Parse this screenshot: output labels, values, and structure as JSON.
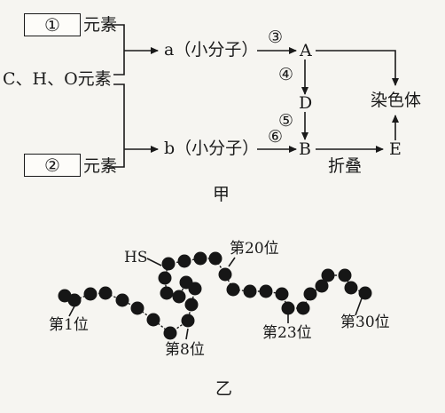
{
  "diagram_jia": {
    "caption": "甲",
    "box_1_symbol": "①",
    "box_2_symbol": "②",
    "element_suffix": "元素",
    "chon_label": "C、H、O元素",
    "node_a": "a（小分子）",
    "node_b": "b（小分子）",
    "node_A": "A",
    "node_B": "B",
    "node_D": "D",
    "node_E": "E",
    "chromosome": "染色体",
    "step_3": "③",
    "step_4": "④",
    "step_5": "⑤",
    "step_6": "⑥",
    "fold_label": "折叠"
  },
  "diagram_yi": {
    "caption": "乙",
    "hs_label": "HS",
    "pos_1": "第1位",
    "pos_8": "第8位",
    "pos_20": "第20位",
    "pos_23": "第23位",
    "pos_30": "第30位"
  }
}
